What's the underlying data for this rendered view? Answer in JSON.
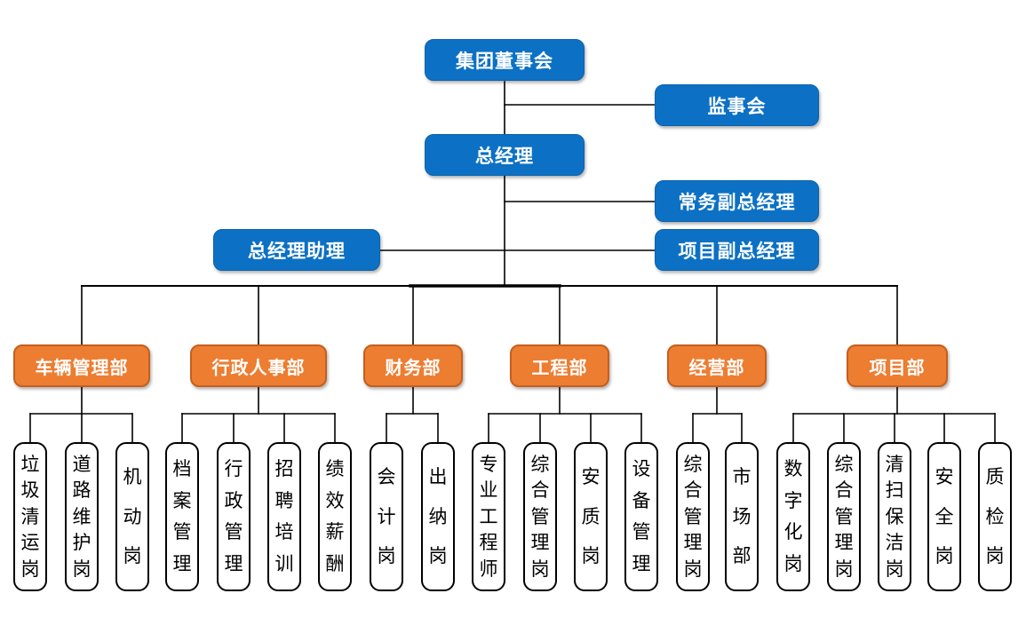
{
  "chart": {
    "top": {
      "board": "集团董事会",
      "supervisory": "监事会",
      "gm": "总经理",
      "exec_deputy": "常务副总经理",
      "gm_assistant": "总经理助理",
      "project_deputy": "项目副总经理"
    },
    "departments": [
      {
        "label": "车辆管理部",
        "posts": [
          "垃圾清运岗",
          "道路维护岗",
          "机动岗"
        ]
      },
      {
        "label": "行政人事部",
        "posts": [
          "档案管理",
          "行政管理",
          "招聘培训",
          "绩效薪酬"
        ]
      },
      {
        "label": "财务部",
        "posts": [
          "会计岗",
          "出纳岗"
        ]
      },
      {
        "label": "工程部",
        "posts": [
          "专业工程师",
          "综合管理岗",
          "安质岗",
          "设备管理"
        ]
      },
      {
        "label": "经营部",
        "posts": [
          "综合管理岗",
          "市场部"
        ]
      },
      {
        "label": "项目部",
        "posts": [
          "数字化岗",
          "综合管理岗",
          "清扫保洁岗",
          "安全岗",
          "质检岗"
        ]
      }
    ],
    "colors": {
      "node_blue": "#0c71c4",
      "node_orange": "#ed7d31",
      "node_text": "#ffffff",
      "post_background": "#ffffff",
      "post_border": "#000000",
      "post_text": "#000000",
      "connector": "#000000"
    }
  }
}
